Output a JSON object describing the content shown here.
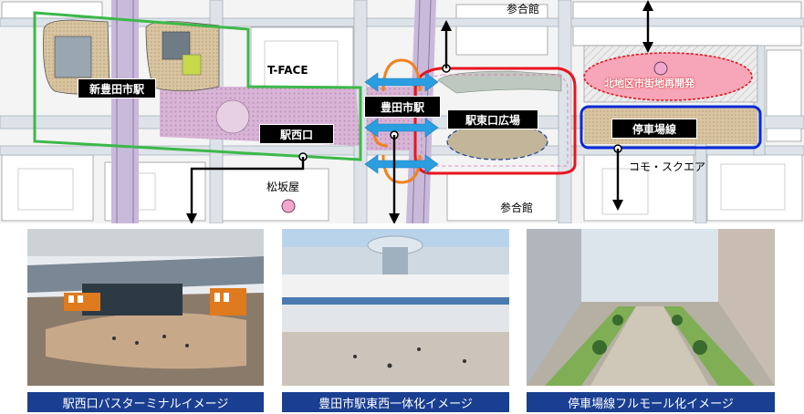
{
  "map": {
    "labels": {
      "sangokan_top": "参合館",
      "sangokan_bottom": "参合館",
      "tface": "T-FACE",
      "matsuzakaya": "松坂屋",
      "komo_square": "コモ・スクエア",
      "shin_toyotashi": "新豊田市駅",
      "eki_nishiguchi": "駅西口",
      "toyotashi": "豊田市駅",
      "eki_higashiguchi": "駅東口広場",
      "teishajo": "停車場線",
      "kitachiku": "北地区市街地再開発"
    }
  },
  "images": [
    {
      "caption": "駅西口バスターミナルイメージ"
    },
    {
      "caption": "豊田市駅東西一体化イメージ"
    },
    {
      "caption": "停車場線フルモール化イメージ"
    }
  ],
  "colors": {
    "green": "#3cb84a",
    "red": "#e8141e",
    "blue": "#0a2ad8",
    "caption_bg": "#1a3f91",
    "arrow_blue": "#2a9ee0",
    "arrow_orange": "#f0821e"
  }
}
